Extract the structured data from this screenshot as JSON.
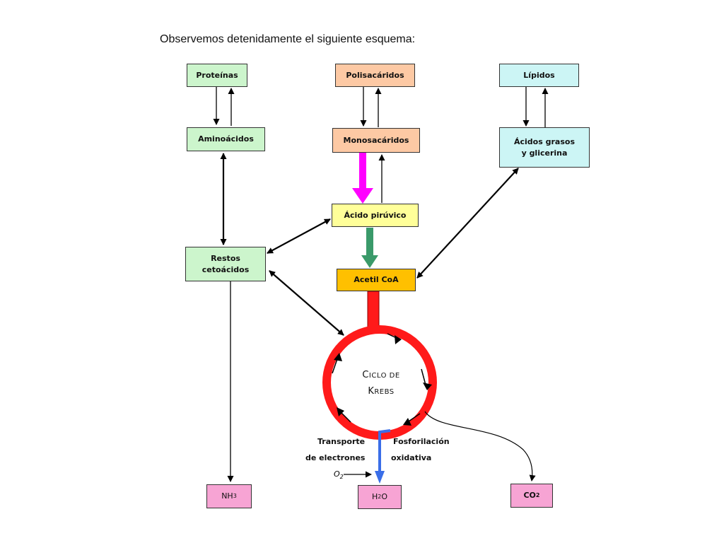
{
  "heading": "Observemos detenidamente el siguiente esquema:",
  "nodes": {
    "proteinas": "Proteínas",
    "polisacaridos": "Polisacáridos",
    "lipidos": "Lípidos",
    "aminoacidos": "Aminoácidos",
    "monosacaridos": "Monosacáridos",
    "acidos_grasos_line1": "Ácidos grasos",
    "acidos_grasos_line2": "y glicerina",
    "acido_piruvico": "Ácido pirúvico",
    "restos_line1": "Restos",
    "restos_line2": "cetoácidos",
    "acetil_coa": "Acetil CoA",
    "nh3_main": "NH",
    "nh3_sub": "3",
    "h2o_h": "H",
    "h2o_sub": "2",
    "h2o_o": "O",
    "co2_main": "CO",
    "co2_sub": "2"
  },
  "cycle": {
    "line1_cap": "C",
    "line1_rest": "ICLO DE",
    "line2_cap": "K",
    "line2_rest": "REBS"
  },
  "labels": {
    "transporte_line1": "Transporte",
    "transporte_line2": "de electrones",
    "fosforilacion_line1": "Fosforilación",
    "fosforilacion_line2": "oxidativa",
    "o2_main": "O",
    "o2_sub": "2"
  },
  "colors": {
    "magenta_arrow": "#ff00ff",
    "green_arrow": "#3a9a6a",
    "red_cycle": "#ff1a1a",
    "blue_arrow": "#3a6ee8"
  }
}
